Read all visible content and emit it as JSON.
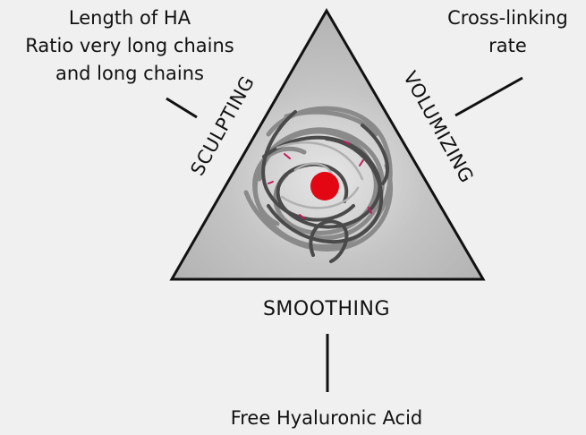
{
  "corner_labels": {
    "top_left": [
      "Length of HA",
      "Ratio very long chains",
      "and long chains"
    ],
    "top_right": [
      "Cross-linking",
      "rate"
    ],
    "bottom": "Free Hyaluronic Acid"
  },
  "side_labels": {
    "left": "SCULPTING",
    "right": "VOLUMIZING",
    "bottom": "SMOOTHING"
  },
  "colors": {
    "triangle_fill": "#bdbdbd",
    "triangle_stroke": "#111111",
    "marker": "#e30613",
    "gel_strand": "#555555",
    "background": "#f0f0f0"
  },
  "marker_icon": "red-dot-marker",
  "gel_icon": "hyaluronic-acid-gel-image"
}
